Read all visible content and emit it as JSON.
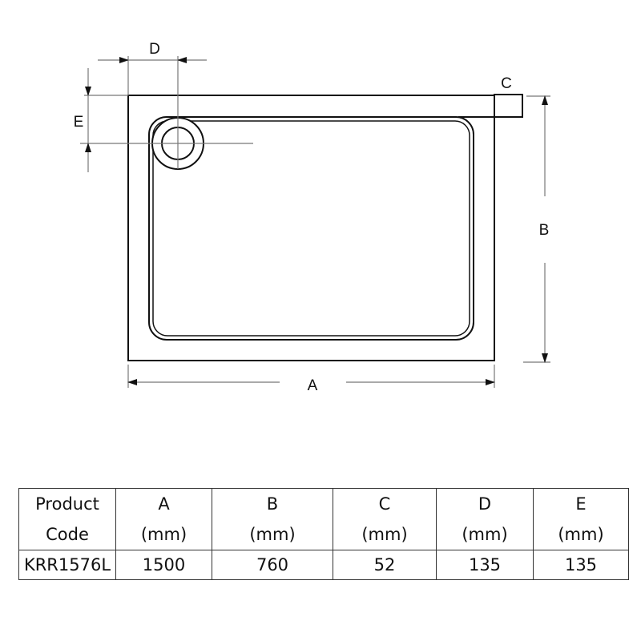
{
  "diagram": {
    "labels": {
      "A": "A",
      "B": "B",
      "C": "C",
      "D": "D",
      "E": "E"
    },
    "description": "Rectangular shower tray plan view with corner waste, dimensioned A (length), B (width), C (upstand), D and E (waste offsets)"
  },
  "table": {
    "headers": [
      {
        "line1": "Product",
        "line2": "Code"
      },
      {
        "line1": "A",
        "line2": "(mm)"
      },
      {
        "line1": "B",
        "line2": "(mm)"
      },
      {
        "line1": "C",
        "line2": "(mm)"
      },
      {
        "line1": "D",
        "line2": "(mm)"
      },
      {
        "line1": "E",
        "line2": "(mm)"
      }
    ],
    "rows": [
      {
        "code": "KRR1576L",
        "A": "1500",
        "B": "760",
        "C": "52",
        "D": "135",
        "E": "135"
      }
    ]
  }
}
